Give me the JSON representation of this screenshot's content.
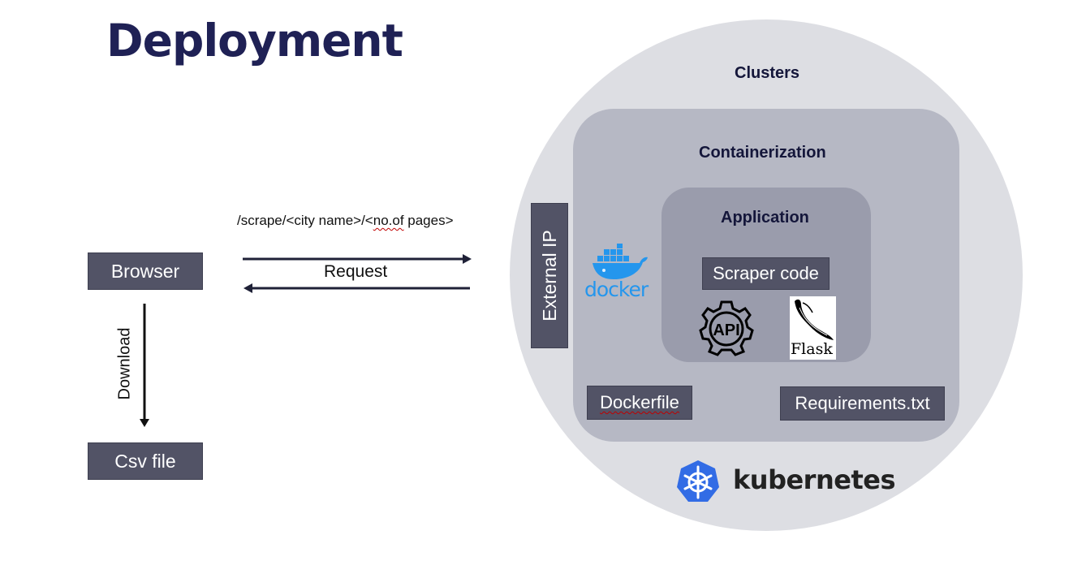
{
  "title": "Deployment",
  "left": {
    "browser": "Browser",
    "csv_file": "Csv file",
    "download": "Download",
    "endpoint_prefix": "/scrape/<city name>/<",
    "endpoint_flagged": "no.of",
    "endpoint_suffix": " pages>",
    "request": "Request"
  },
  "clusters": {
    "label": "Clusters",
    "external_ip": "External IP",
    "kubernetes": "kubernetes"
  },
  "containerization": {
    "label": "Containerization",
    "docker": "docker",
    "dockerfile": "Dockerfile",
    "requirements": "Requirements.txt"
  },
  "application": {
    "label": "Application",
    "scraper_code": "Scraper code",
    "api": "API",
    "flask": "Flask"
  },
  "colors": {
    "title": "#1f2155",
    "box": "#525366",
    "clusters_bg": "#dddee3",
    "container_bg": "#b6b8c4",
    "app_bg": "#9a9cac",
    "docker_blue": "#2496ed",
    "kubernetes_blue": "#326ce5"
  }
}
